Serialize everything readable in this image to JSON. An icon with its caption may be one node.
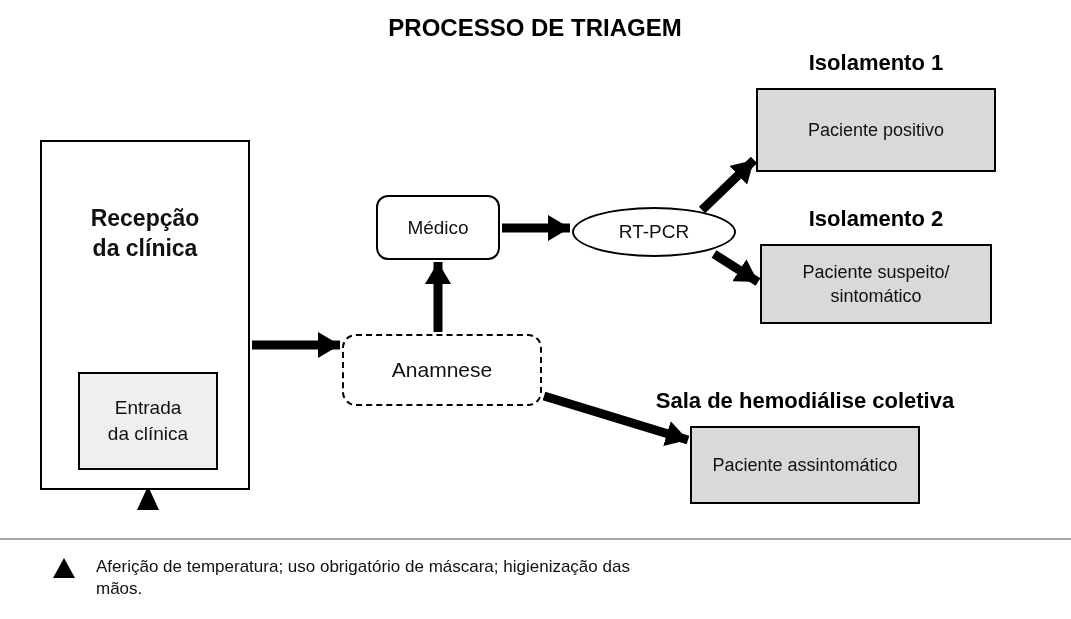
{
  "diagram": {
    "title": "PROCESSO DE TRIAGEM",
    "nodes": [
      {
        "text": [
          "Recepção da clínica"
        ]
      },
      {
        "text": [
          "Entrada da clínica"
        ],
        "in": 0
      },
      {
        "text": [
          "Anamnese"
        ]
      },
      {
        "text": [
          "Médico"
        ]
      },
      {
        "text": [
          "RT-PCR"
        ]
      },
      {
        "text": [
          "Isolamento 1",
          "Paciente positivo"
        ]
      },
      {
        "text": [
          "Isolamento 2",
          "Paciente suspeito/ sintomático"
        ]
      },
      {
        "text": [
          "Sala de hemodiálise coletiva",
          "Paciente assintomático"
        ]
      }
    ],
    "edges": [
      {
        "from": 0,
        "to": 2,
        "arrow": "to"
      },
      {
        "from": 2,
        "to": 3,
        "arrow": "to"
      },
      {
        "from": 3,
        "to": 4,
        "arrow": "to"
      },
      {
        "from": 4,
        "to": 5,
        "arrow": "to"
      },
      {
        "from": 4,
        "to": 6,
        "arrow": "to"
      },
      {
        "from": 2,
        "to": 7,
        "arrow": "to"
      }
    ],
    "legend": [
      {
        "text": "Aferição de temperatura; uso obrigatório de máscara; higienização das mãos."
      }
    ]
  }
}
